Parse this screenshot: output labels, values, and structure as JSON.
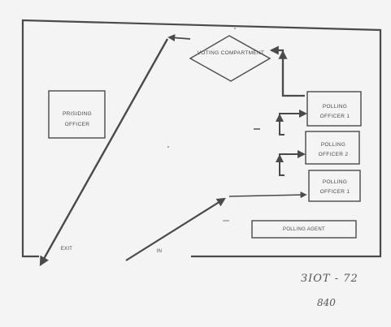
{
  "diagram": {
    "voting_compartment": "VOTING COMPARTMENT",
    "presiding_officer": "PRISIDING OFFICER",
    "polling_officer_1_top": "POLLING OFFICER 1",
    "polling_officer_2": "POLLING OFFICER 2",
    "polling_officer_1_bottom": "POLLING OFFICER 1",
    "polling_agent": "POLLING AGENT",
    "exit_label": "EXIT",
    "in_label": "IN",
    "handwritten_line1": "ЗІОТ - 72",
    "handwritten_line2": "840"
  },
  "colors": {
    "ink": "#4a4a4a",
    "paper": "#f4f4f4",
    "background": "#f4f4f4"
  }
}
